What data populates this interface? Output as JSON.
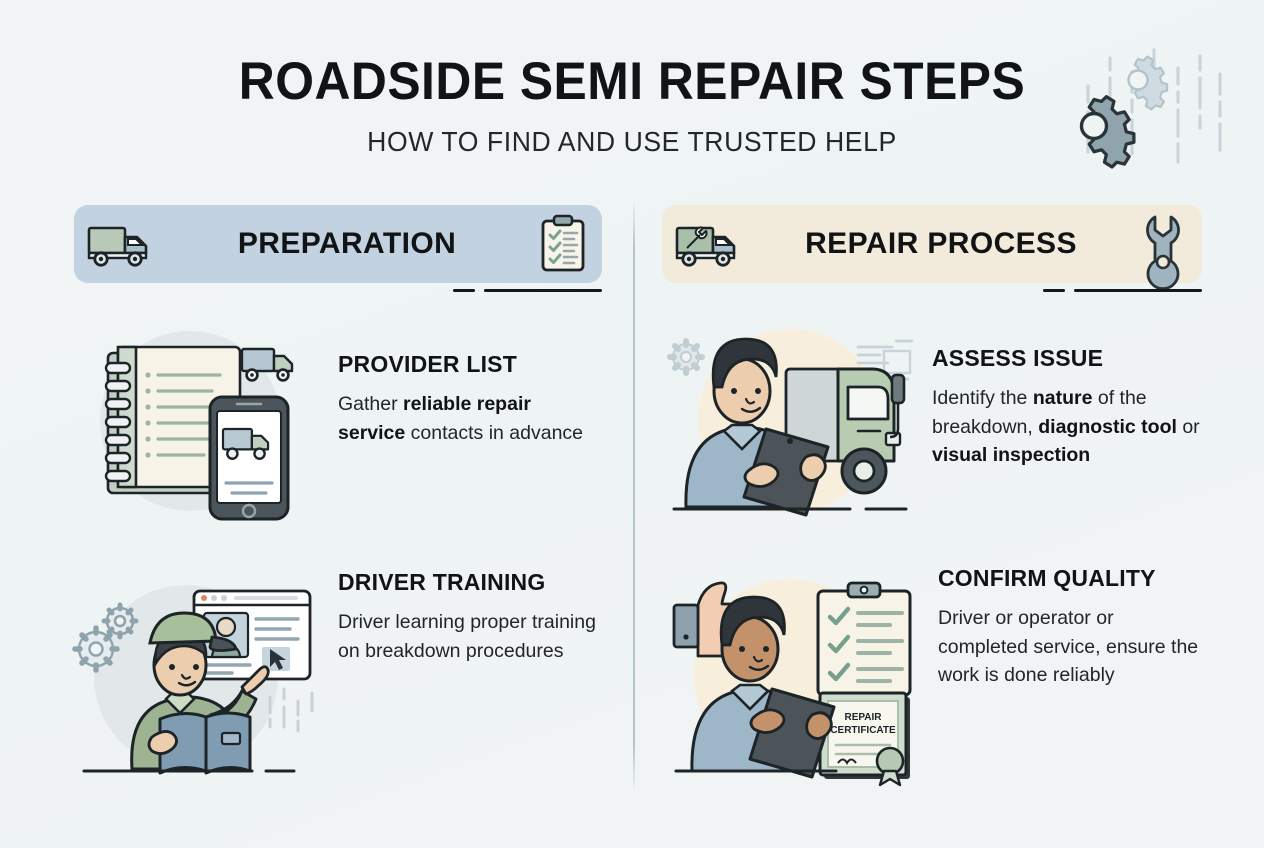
{
  "header": {
    "title": "ROADSIDE SEMI REPAIR STEPS",
    "subtitle": "HOW TO FIND AND USE TRUSTED HELP"
  },
  "colors": {
    "background": "#f0f4f5",
    "banner_preparation": "#c3d2e0",
    "banner_repair": "#f2eada",
    "ink": "#111315",
    "green_accent": "#9fb6a4",
    "blue_accent": "#a8bfd0",
    "cream_circle": "#f6efdc",
    "gray_circle": "#e3e8ea"
  },
  "columns": [
    {
      "id": "preparation",
      "banner": {
        "label": "PREPARATION",
        "icon_left": "box-truck-icon",
        "icon_right": "clipboard-checklist-icon"
      },
      "items": [
        {
          "id": "provider-list",
          "title": "PROVIDER LIST",
          "art": "notebook-phone-truck-illustration",
          "body": [
            {
              "text": "Gather ",
              "bold": false
            },
            {
              "text": "reliable repair service",
              "bold": true
            },
            {
              "text": " contacts in advance",
              "bold": false
            }
          ],
          "body_plain": "Gather reliable repair service contacts in advance"
        },
        {
          "id": "driver-training",
          "title": "DRIVER TRAINING",
          "art": "driver-reading-manual-illustration",
          "body": [
            {
              "text": "Driver learning proper training on breakdown procedures",
              "bold": false
            }
          ],
          "body_plain": "Driver learning proper training on breakdown procedures"
        }
      ]
    },
    {
      "id": "repair-process",
      "banner": {
        "label": "REPAIR PROCESS",
        "icon_left": "truck-wrench-icon",
        "icon_right": "wrench-icon"
      },
      "items": [
        {
          "id": "assess-issue",
          "title": "ASSESS ISSUE",
          "art": "technician-tablet-truck-illustration",
          "body": [
            {
              "text": "Identify the ",
              "bold": false
            },
            {
              "text": "nature",
              "bold": true
            },
            {
              "text": " of the breakdown, ",
              "bold": false
            },
            {
              "text": "diagnostic tool",
              "bold": true
            },
            {
              "text": " or ",
              "bold": false
            },
            {
              "text": "visual inspection",
              "bold": true
            }
          ],
          "body_plain": "Identify the nature of the breakdown, diagnostic tool or visual inspection"
        },
        {
          "id": "confirm-quality",
          "title": "CONFIRM QUALITY",
          "art": "inspector-certificate-illustration",
          "body": [
            {
              "text": "Driver or operator or completed service, ensure the work is done reliably",
              "bold": false
            }
          ],
          "body_plain": "Driver or operator or completed service, ensure the work is done reliably"
        }
      ]
    }
  ],
  "illustration_labels": {
    "certificate_line1": "REPAIR",
    "certificate_line2": "CERTIFICATE"
  }
}
